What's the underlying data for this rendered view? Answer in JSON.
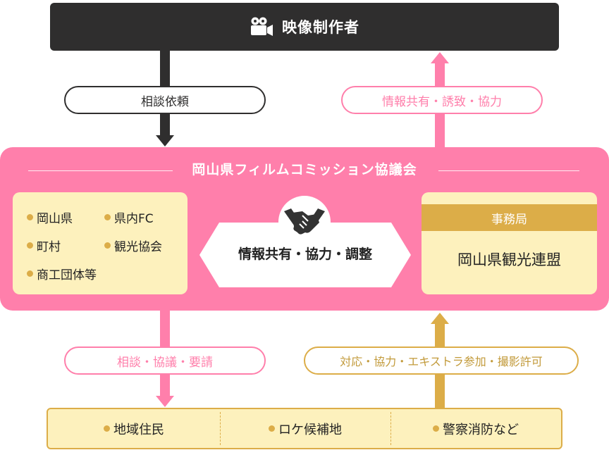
{
  "producer": {
    "title": "映像制作者",
    "icon": "video-camera-icon"
  },
  "arrows": {
    "top_left_label": "相談依頼",
    "top_right_label": "情報共有・誘致・協力",
    "bottom_left_label": "相談・協議・要請",
    "bottom_right_label": "対応・協力・エキストラ参加・撮影許可"
  },
  "council": {
    "title": "岡山県フィルムコミッション協議会",
    "members": [
      "岡山県",
      "県内FC",
      "町村",
      "観光協会",
      "商工団体等"
    ],
    "center_label": "情報共有・協力・調整",
    "center_icon": "handshake-icon",
    "office_header": "事務局",
    "office_name": "岡山県観光連盟"
  },
  "bottom": {
    "items": [
      "地域住民",
      "ロケ候補地",
      "警察消防など"
    ]
  },
  "colors": {
    "dark": "#2f2e2e",
    "pink": "#ff7fab",
    "gold": "#dcad48",
    "cream": "#fdf1bd"
  }
}
